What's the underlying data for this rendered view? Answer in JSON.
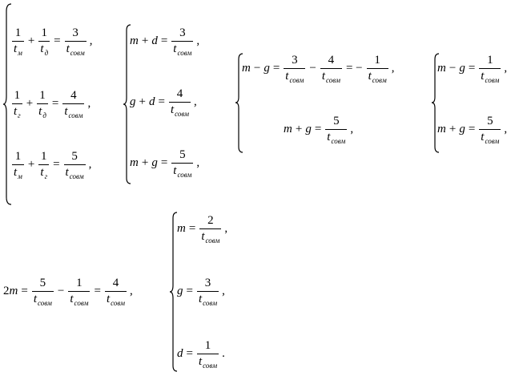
{
  "systems": [
    {
      "id": "s1",
      "equations": [
        {
          "lhs": [
            {
              "num": "1",
              "t": "t",
              "s": "м"
            },
            {
              "op": "+"
            },
            {
              "num": "1",
              "t": "t",
              "s": "д"
            }
          ],
          "rhs": {
            "num": "3",
            "t": "t",
            "s": "совм"
          },
          "tail": ","
        },
        {
          "lhs": [
            {
              "num": "1",
              "t": "t",
              "s": "г"
            },
            {
              "op": "+"
            },
            {
              "num": "1",
              "t": "t",
              "s": "д"
            }
          ],
          "rhs": {
            "num": "4",
            "t": "t",
            "s": "совм"
          },
          "tail": ","
        },
        {
          "lhs": [
            {
              "num": "1",
              "t": "t",
              "s": "м"
            },
            {
              "op": "+"
            },
            {
              "num": "1",
              "t": "t",
              "s": "г"
            }
          ],
          "rhs": {
            "num": "5",
            "t": "t",
            "s": "совм"
          },
          "tail": ","
        }
      ]
    },
    {
      "id": "s2",
      "equations": [
        {
          "lhs": [
            {
              "v": "m"
            },
            {
              "op": "+"
            },
            {
              "v": "d"
            }
          ],
          "rhs": {
            "num": "3",
            "t": "t",
            "s": "совм"
          },
          "tail": ","
        },
        {
          "lhs": [
            {
              "v": "g"
            },
            {
              "op": "+"
            },
            {
              "v": "d"
            }
          ],
          "rhs": {
            "num": "4",
            "t": "t",
            "s": "совм"
          },
          "tail": ","
        },
        {
          "lhs": [
            {
              "v": "m"
            },
            {
              "op": "+"
            },
            {
              "v": "g"
            }
          ],
          "rhs": {
            "num": "5",
            "t": "t",
            "s": "совм"
          },
          "tail": ","
        }
      ]
    },
    {
      "id": "s3",
      "equations": [
        {
          "lhs": [
            {
              "v": "m"
            },
            {
              "op": "−"
            },
            {
              "v": "g"
            }
          ],
          "rhs_ext": [
            {
              "num": "3",
              "t": "t",
              "s": "совм"
            },
            {
              "op": "−"
            },
            {
              "num": "4",
              "t": "t",
              "s": "совм"
            },
            {
              "op": "= −"
            },
            {
              "num": "1",
              "t": "t",
              "s": "совм"
            }
          ],
          "tail": ","
        },
        {
          "lhs": [
            {
              "v": "m"
            },
            {
              "op": "+"
            },
            {
              "v": "g"
            }
          ],
          "rhs": {
            "num": "5",
            "t": "t",
            "s": "совм"
          },
          "tail": ","
        }
      ]
    },
    {
      "id": "s4",
      "equations": [
        {
          "lhs": [
            {
              "v": "m"
            },
            {
              "op": "−"
            },
            {
              "v": "g"
            }
          ],
          "rhs": {
            "num": "1",
            "t": "t",
            "s": "совм"
          },
          "tail": ","
        },
        {
          "lhs": [
            {
              "v": "m"
            },
            {
              "op": "+"
            },
            {
              "v": "g"
            }
          ],
          "rhs": {
            "num": "5",
            "t": "t",
            "s": "совм"
          },
          "tail": ","
        }
      ]
    },
    {
      "id": "s6",
      "equations": [
        {
          "lhs": [
            {
              "v": "m"
            }
          ],
          "rhs": {
            "num": "2",
            "t": "t",
            "s": "совм"
          },
          "tail": ","
        },
        {
          "lhs": [
            {
              "v": "g"
            }
          ],
          "rhs": {
            "num": "3",
            "t": "t",
            "s": "совм"
          },
          "tail": ","
        },
        {
          "lhs": [
            {
              "v": "d"
            }
          ],
          "rhs": {
            "num": "1",
            "t": "t",
            "s": "совм"
          },
          "tail": "."
        }
      ]
    }
  ],
  "standalone": {
    "id": "s5",
    "lhs": [
      {
        "coef": "2"
      },
      {
        "v": "m"
      }
    ],
    "rhs_ext": [
      {
        "num": "5",
        "t": "t",
        "s": "совм"
      },
      {
        "op": "−"
      },
      {
        "num": "1",
        "t": "t",
        "s": "совм"
      },
      {
        "op": "="
      },
      {
        "num": "4",
        "t": "t",
        "s": "совм"
      }
    ],
    "tail": ","
  }
}
